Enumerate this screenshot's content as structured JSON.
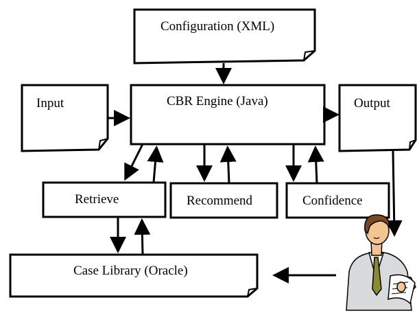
{
  "nodes": {
    "configuration": "Configuration (XML)",
    "engine": "CBR Engine (Java)",
    "input": "Input",
    "output": "Output",
    "retrieve": "Retrieve",
    "recommend": "Recommend",
    "confidence": "Confidence",
    "case_library": "Case Library (Oracle)"
  },
  "user_figure": {
    "icon": "businessman-reading-report-icon"
  },
  "colors": {
    "line": "#000000",
    "fill": "#ffffff"
  }
}
